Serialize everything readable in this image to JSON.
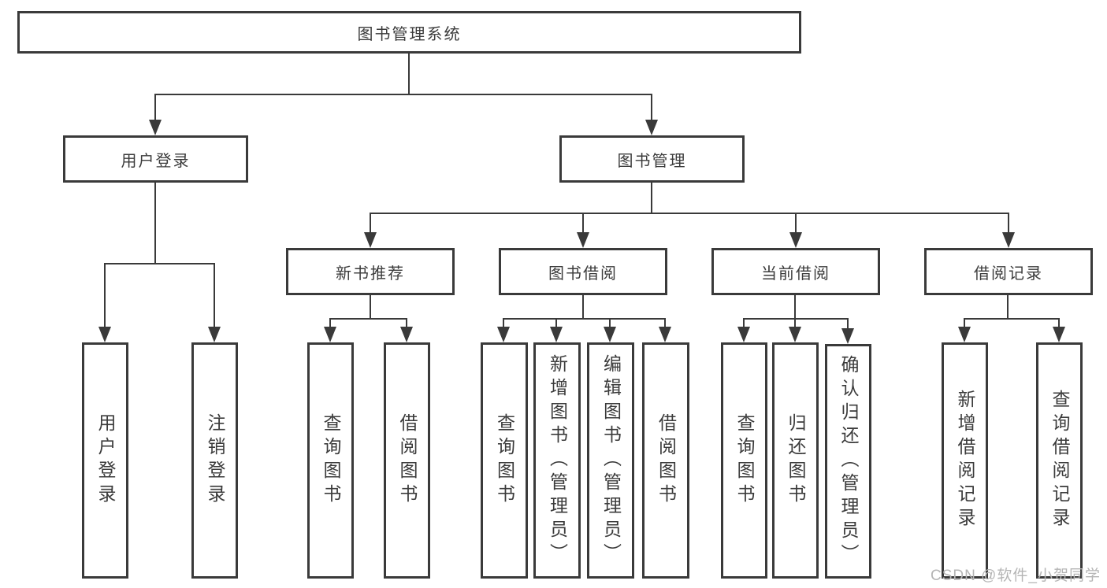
{
  "diagram": {
    "title": "图书管理系统",
    "root": {
      "label": "图书管理系统"
    },
    "level2": [
      {
        "label": "用户登录"
      },
      {
        "label": "图书管理"
      }
    ],
    "level3": [
      {
        "label": "新书推荐"
      },
      {
        "label": "图书借阅"
      },
      {
        "label": "当前借阅"
      },
      {
        "label": "借阅记录"
      }
    ],
    "leaves": {
      "user_login": [
        "用户登录",
        "注销登录"
      ],
      "new_book": [
        "查询图书",
        "借阅图书"
      ],
      "book_borrow": [
        "查询图书",
        "新增图书（管理员）",
        "编辑图书（管理员）",
        "借阅图书"
      ],
      "current_borrow": [
        "查询图书",
        "归还图书",
        "确认归还（管理员）"
      ],
      "borrow_record": [
        "新增借阅记录",
        "查询借阅记录"
      ]
    },
    "colors": {
      "line": "#3a3a3a",
      "text": "#3b3b3b",
      "background": "#ffffff",
      "watermark": "#b5b5b5"
    }
  },
  "watermark": {
    "text": "CSDN @软件_小贺同学"
  }
}
